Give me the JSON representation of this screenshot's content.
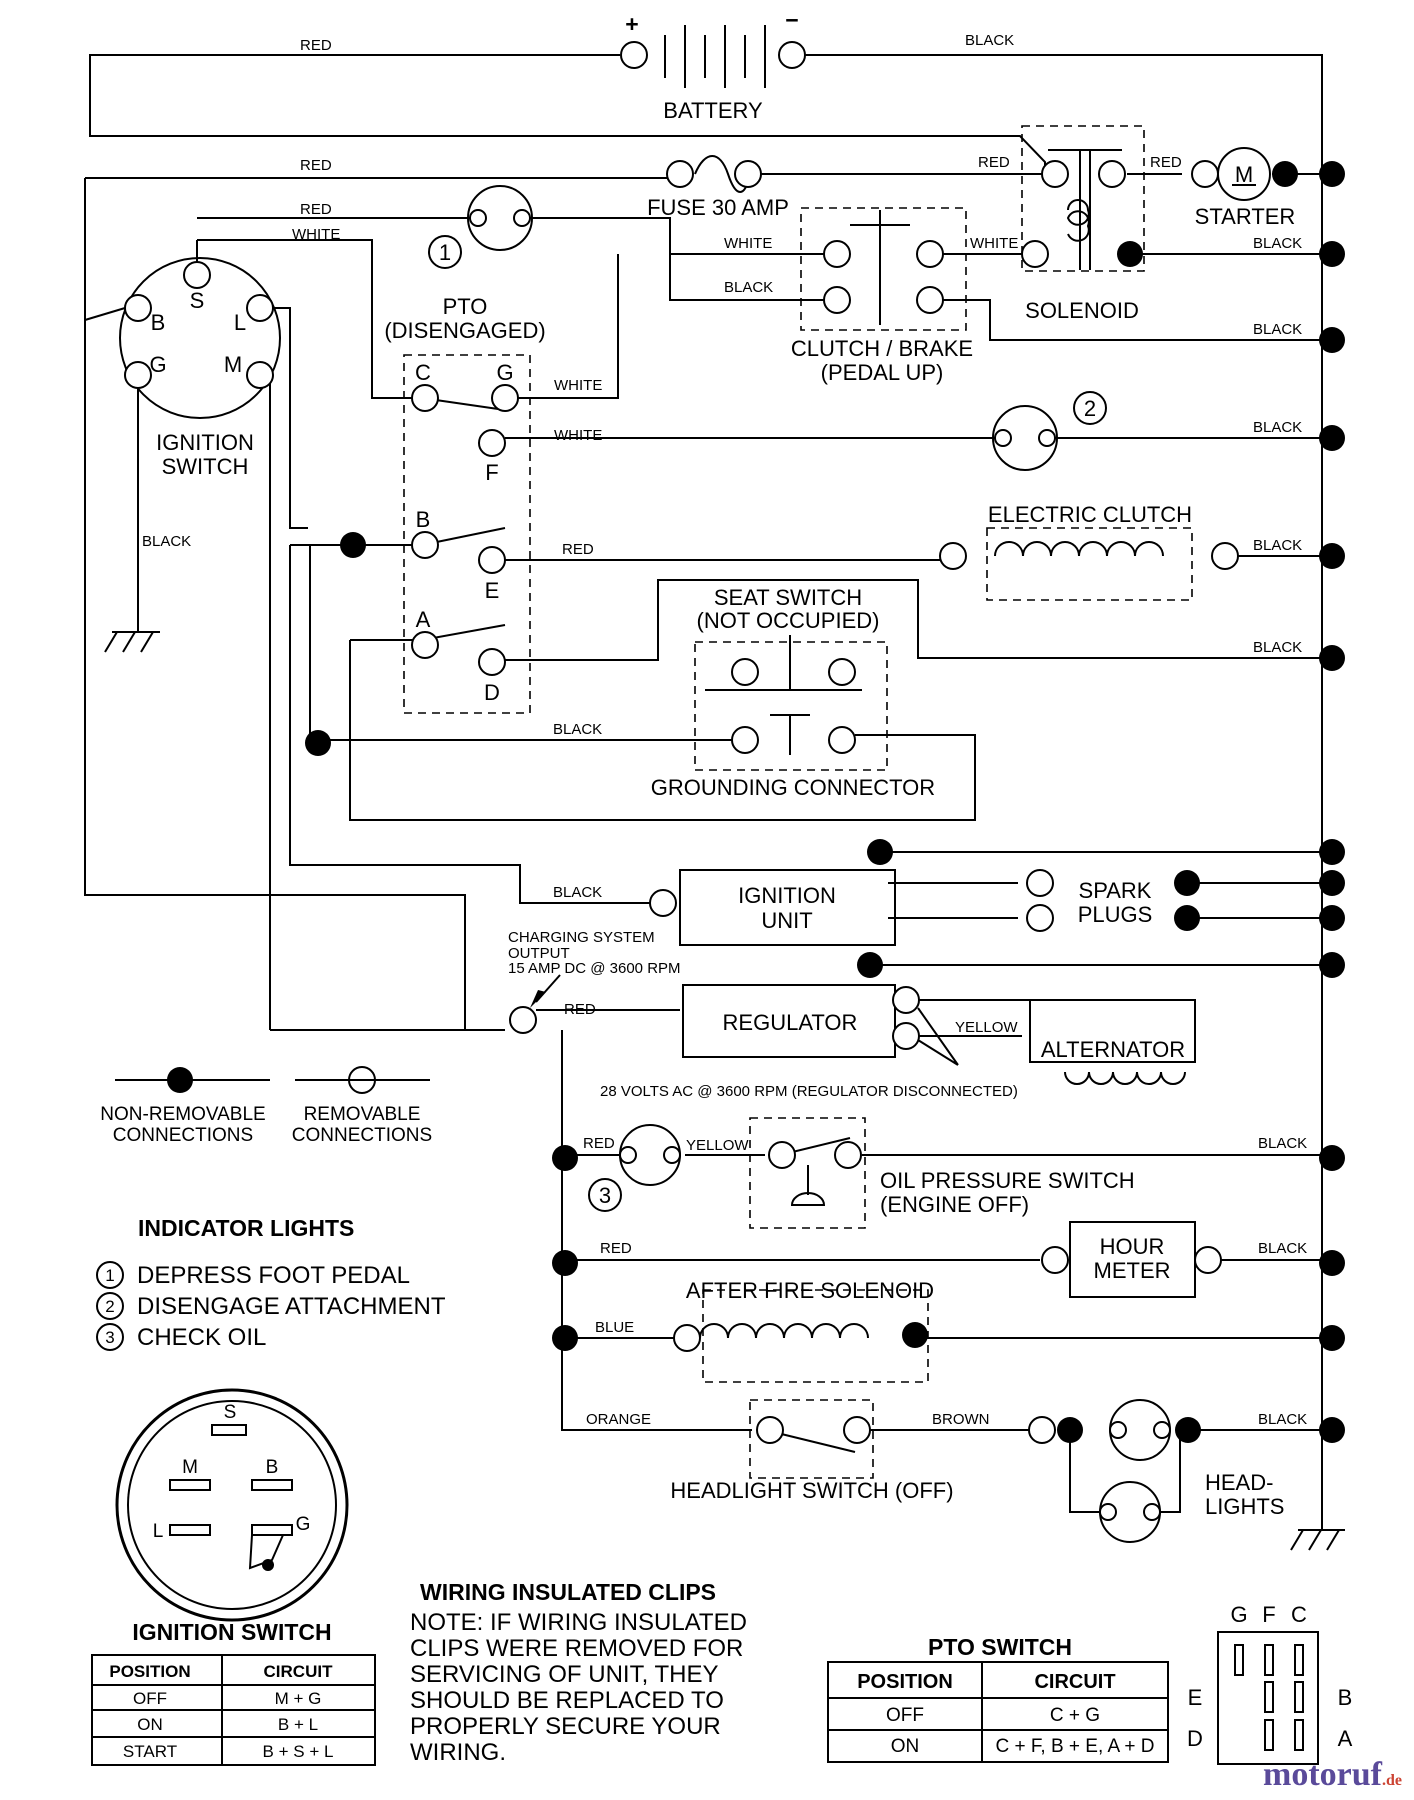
{
  "components": {
    "battery": "BATTERY",
    "battery_plus": "+",
    "battery_minus": "−",
    "fuse": "FUSE 30 AMP",
    "starter": "STARTER",
    "starter_motor": "M",
    "solenoid": "SOLENOID",
    "clutch_brake": "CLUTCH / BRAKE",
    "clutch_brake_state": "(PEDAL UP)",
    "pto": "PTO",
    "pto_state": "(DISENGAGED)",
    "ignition_switch": "IGNITION",
    "ignition_switch_2": "SWITCH",
    "electric_clutch": "ELECTRIC CLUTCH",
    "seat_switch": "SEAT SWITCH",
    "seat_switch_state": "(NOT OCCUPIED)",
    "grounding_connector": "GROUNDING CONNECTOR",
    "ignition_unit": "IGNITION",
    "ignition_unit_2": "UNIT",
    "spark_plugs": "SPARK",
    "spark_plugs_2": "PLUGS",
    "charging_output_1": "CHARGING SYSTEM",
    "charging_output_2": "OUTPUT",
    "charging_output_3": "15 AMP DC @ 3600 RPM",
    "regulator": "REGULATOR",
    "alternator": "ALTERNATOR",
    "alternator_note": "28 VOLTS AC @ 3600 RPM (REGULATOR DISCONNECTED)",
    "oil_pressure": "OIL PRESSURE SWITCH",
    "oil_pressure_state": "(ENGINE OFF)",
    "hour_meter": "HOUR",
    "hour_meter_2": "METER",
    "after_fire": "AFTER FIRE SOLENOID",
    "headlight_switch": "HEADLIGHT SWITCH (OFF)",
    "headlights": "HEAD-",
    "headlights_2": "LIGHTS"
  },
  "terminals": {
    "B": "B",
    "S": "S",
    "L": "L",
    "G": "G",
    "M": "M",
    "C": "C",
    "F": "F",
    "E": "E",
    "A": "A",
    "D": "D"
  },
  "wires": {
    "red": "RED",
    "black": "BLACK",
    "white": "WHITE",
    "yellow": "YELLOW",
    "blue": "BLUE",
    "orange": "ORANGE",
    "brown": "BROWN"
  },
  "legend": {
    "non_removable_1": "NON-REMOVABLE",
    "non_removable_2": "CONNECTIONS",
    "removable_1": "REMOVABLE",
    "removable_2": "CONNECTIONS"
  },
  "indicator_lights": {
    "title": "INDICATOR LIGHTS",
    "items": [
      {
        "num": "1",
        "label": "DEPRESS FOOT PEDAL"
      },
      {
        "num": "2",
        "label": "DISENGAGE ATTACHMENT"
      },
      {
        "num": "3",
        "label": "CHECK OIL"
      }
    ]
  },
  "ignition_table": {
    "title": "IGNITION SWITCH",
    "headers": [
      "POSITION",
      "CIRCUIT"
    ],
    "rows": [
      [
        "OFF",
        "M + G"
      ],
      [
        "ON",
        "B + L"
      ],
      [
        "START",
        "B + S + L"
      ]
    ]
  },
  "pto_table": {
    "title": "PTO SWITCH",
    "headers": [
      "POSITION",
      "CIRCUIT"
    ],
    "rows": [
      [
        "OFF",
        "C + G"
      ],
      [
        "ON",
        "C + F, B + E, A + D"
      ]
    ]
  },
  "pto_connector": {
    "top": [
      "G",
      "F",
      "C"
    ],
    "left": [
      "E",
      "D"
    ],
    "right": [
      "B",
      "A"
    ]
  },
  "note": {
    "title": "WIRING INSULATED CLIPS",
    "lines": [
      "NOTE: IF WIRING INSULATED",
      "CLIPS WERE REMOVED FOR",
      "SERVICING OF UNIT, THEY",
      "SHOULD BE REPLACED TO",
      "PROPERLY SECURE YOUR",
      "WIRING."
    ]
  },
  "watermark": {
    "name": "motoruf",
    "suffix": ".de",
    "color": "#5a4a9a"
  }
}
